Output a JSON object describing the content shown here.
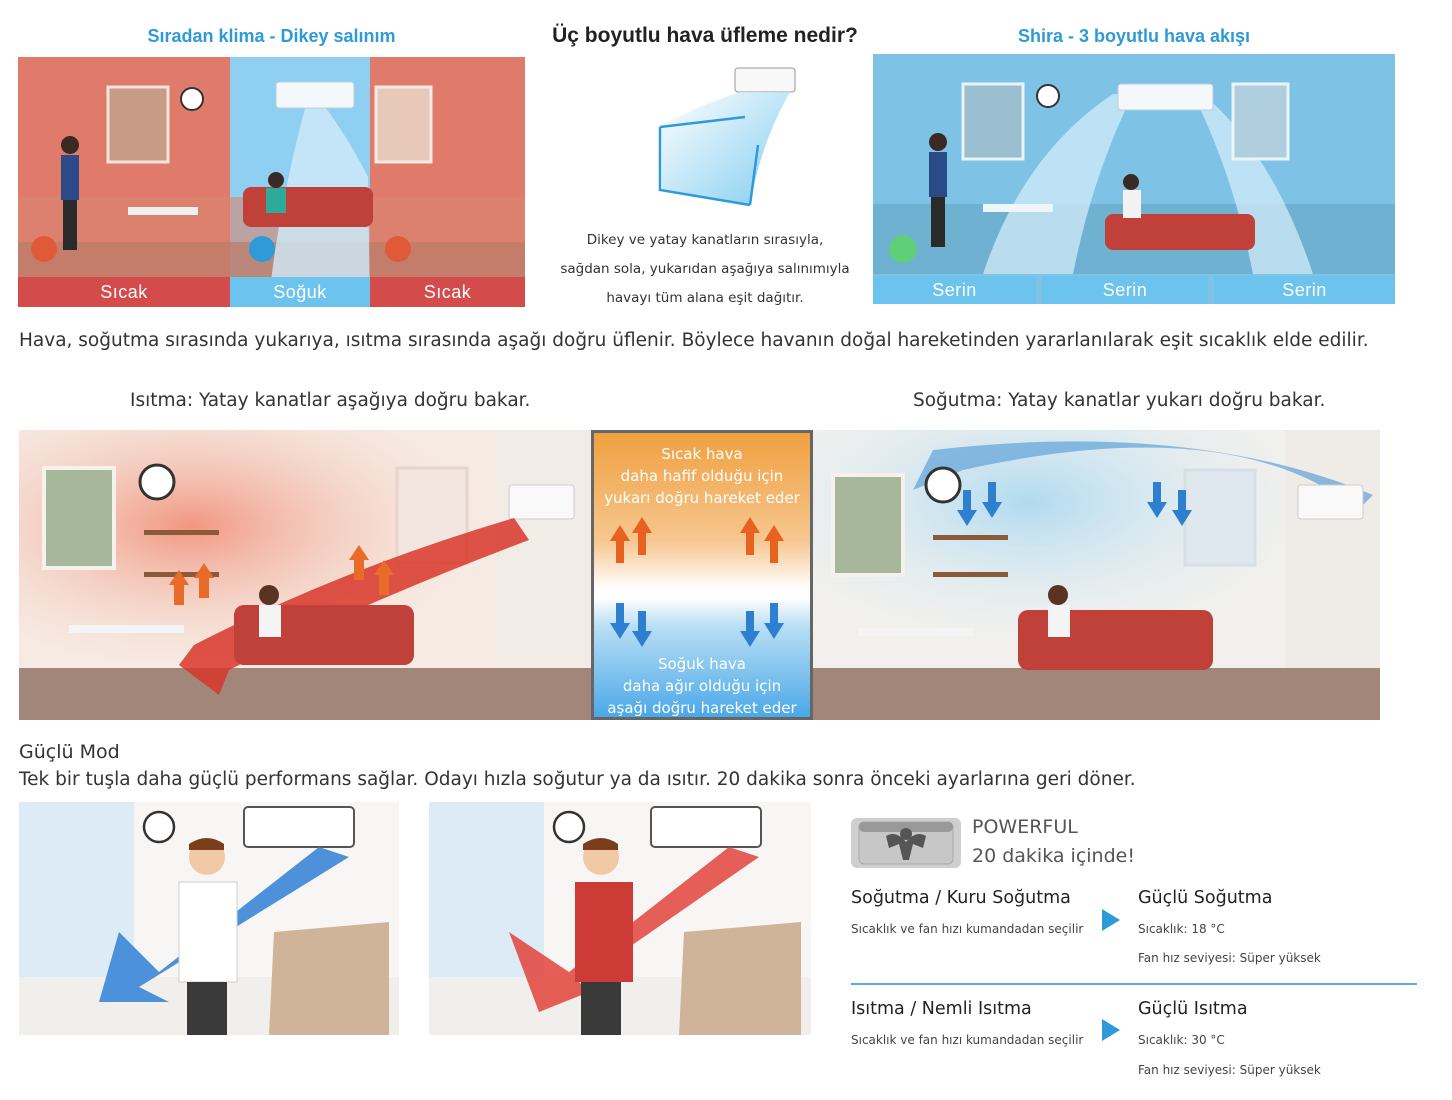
{
  "top": {
    "left_title": "Sıradan klima - Dikey salınım",
    "center_title": "Üç boyutlu hava üfleme nedir?",
    "right_title": "Shira - 3 boyutlu hava akışı",
    "left_bands": [
      "Sıcak",
      "Soğuk",
      "Sıcak"
    ],
    "right_bands": [
      "Serin",
      "Serin",
      "Serin"
    ],
    "center_description": [
      "Dikey ve yatay kanatların sırasıyla,",
      "sağdan sola, yukarıdan aşağıya salınımıyla",
      "havayı tüm alana eşit dağıtır."
    ]
  },
  "airflow": {
    "statement": "Hava, soğutma sırasında yukarıya, ısıtma sırasında aşağı doğru üflenir. Böylece havanın doğal hareketinden yararlanılarak eşit sıcaklık elde edilir.",
    "heating_label": "Isıtma: Yatay kanatlar aşağıya doğru bakar.",
    "cooling_label": "Soğutma: Yatay kanatlar yukarı doğru bakar.",
    "hot_air_lines": [
      "Sıcak hava",
      "daha hafif olduğu için",
      "yukarı doğru hareket eder"
    ],
    "cold_air_lines": [
      "Soğuk hava",
      "daha ağır olduğu için",
      "aşağı doğru hareket eder"
    ]
  },
  "powerful": {
    "heading": "Güçlü Mod",
    "description": "Tek bir tuşla daha güçlü performans sağlar. Odayı hızla soğutur ya da ısıtır. 20 dakika sonra önceki ayarlarına geri döner.",
    "badge_line1": "POWERFUL",
    "badge_line2": "20 dakika içinde!",
    "cooling": {
      "from_title": "Soğutma / Kuru Soğutma",
      "from_sub": "Sıcaklık ve fan hızı kumandadan seçilir",
      "to_title": "Güçlü Soğutma",
      "to_temp": "Sıcaklık: 18 °C",
      "to_fan": "Fan hız seviyesi: Süper yüksek"
    },
    "heating": {
      "from_title": "Isıtma / Nemli Isıtma",
      "from_sub": "Sıcaklık ve fan hızı kumandadan seçilir",
      "to_title": "Güçlü Isıtma",
      "to_temp": "Sıcaklık: 30 °C",
      "to_fan": "Fan hız seviyesi: Süper yüksek"
    }
  },
  "colors": {
    "accent_blue": "#2e9ad8",
    "hot_red": "#d44b4b",
    "cool_blue": "#6cc4ee",
    "hot_orange": "#f08a3c"
  }
}
